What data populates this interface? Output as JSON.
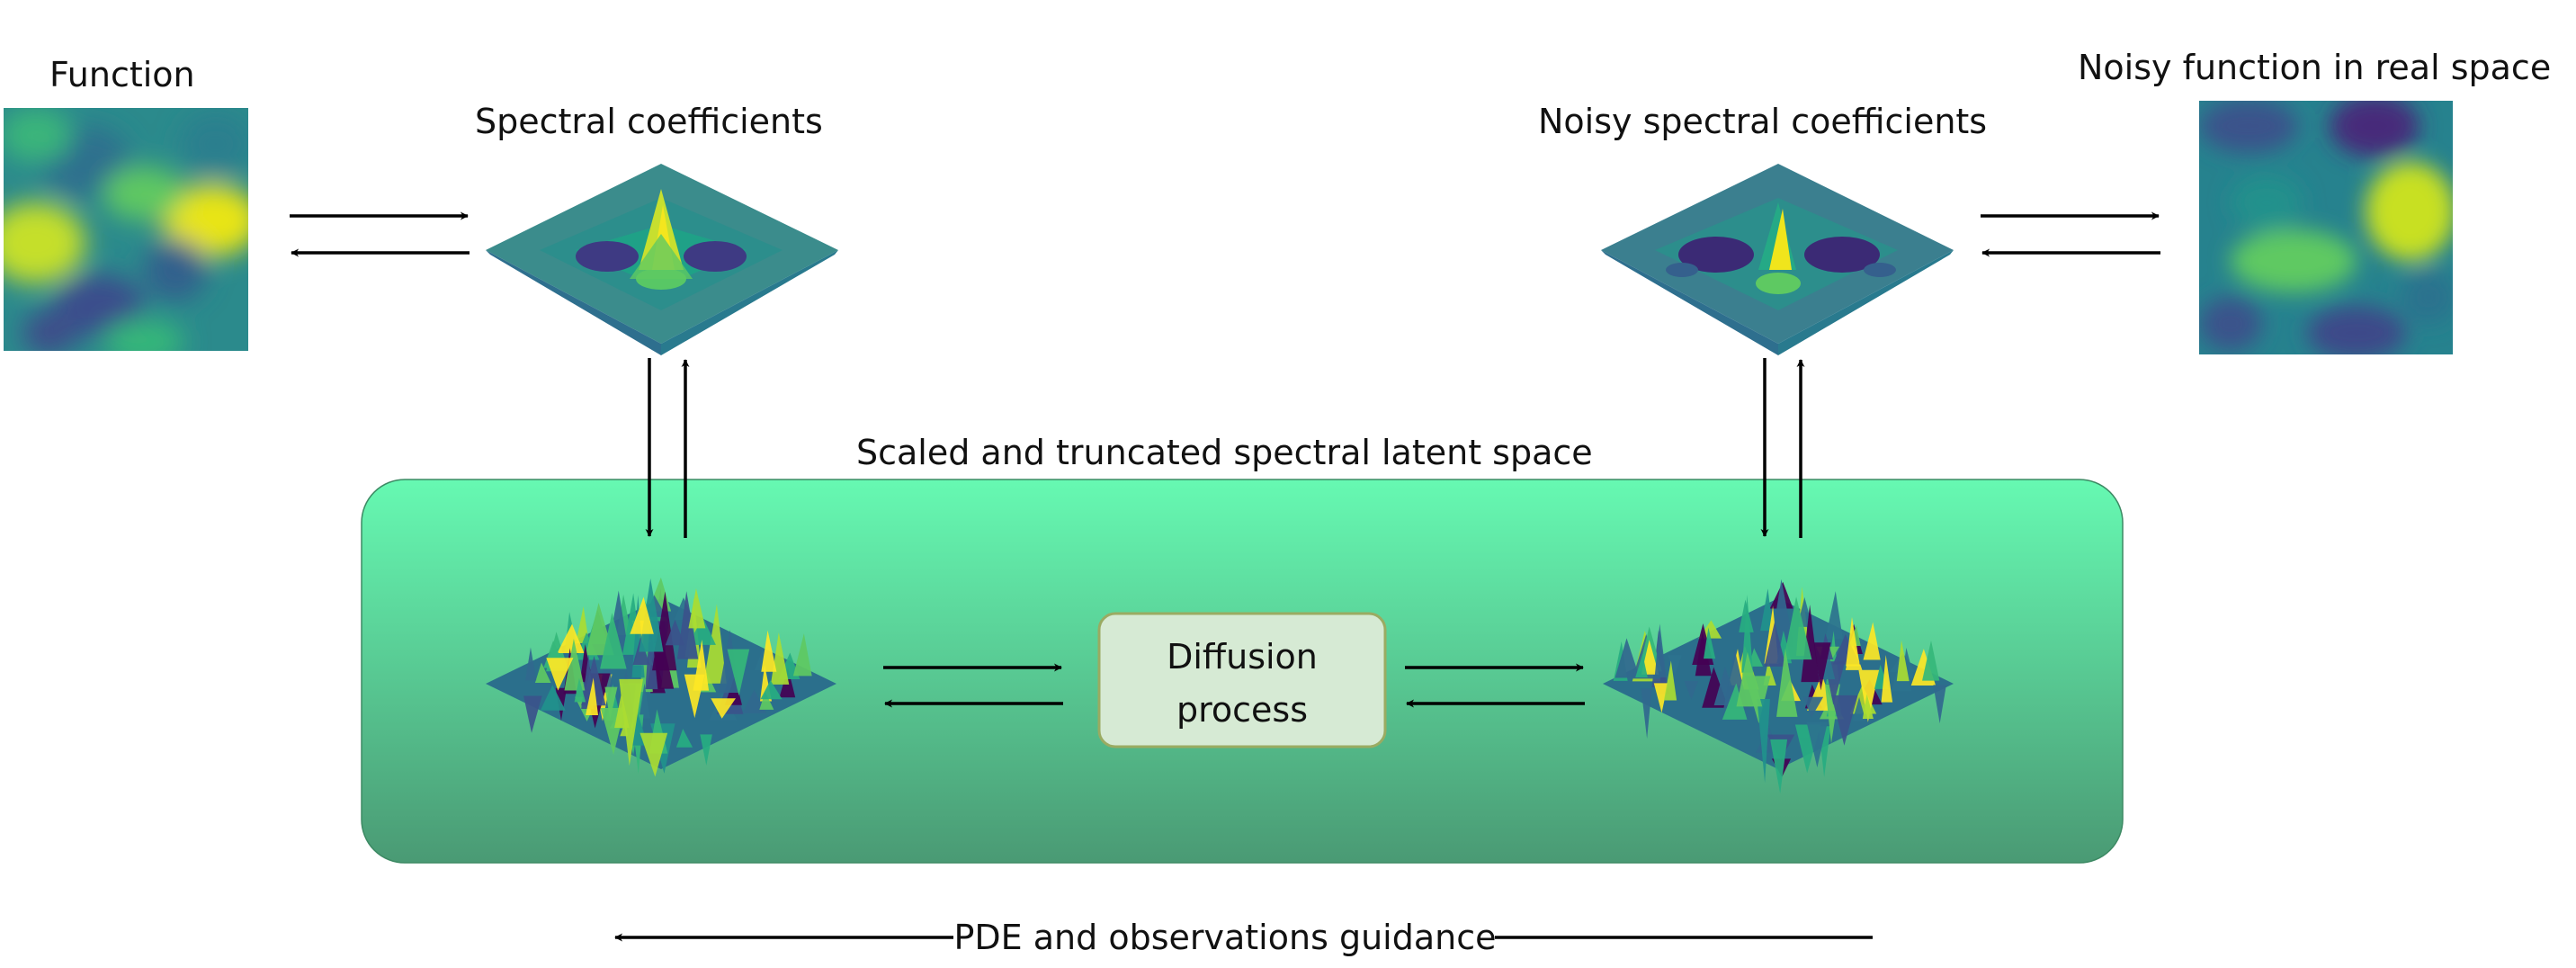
{
  "labels": {
    "function": "Function",
    "spectral": "Spectral coefficients",
    "noisy_spectral": "Noisy spectral coefficients",
    "noisy_real": "Noisy function in real space",
    "latent": "Scaled and truncated spectral latent space",
    "diffusion_line1": "Diffusion",
    "diffusion_line2": "process",
    "guidance": "PDE and observations guidance"
  },
  "colors": {
    "latent_top": "#66f9b2",
    "latent_bottom": "#4a9a74",
    "diffusion_fill": "#d6ead4",
    "diffusion_border": "#9aab62",
    "arrow": "#000000"
  },
  "icons": {
    "function_map": "heatmap-icon",
    "spectral_surface": "surface-plot-icon",
    "noisy_surface": "noisy-surface-plot-icon",
    "noisy_map": "heatmap-icon"
  }
}
